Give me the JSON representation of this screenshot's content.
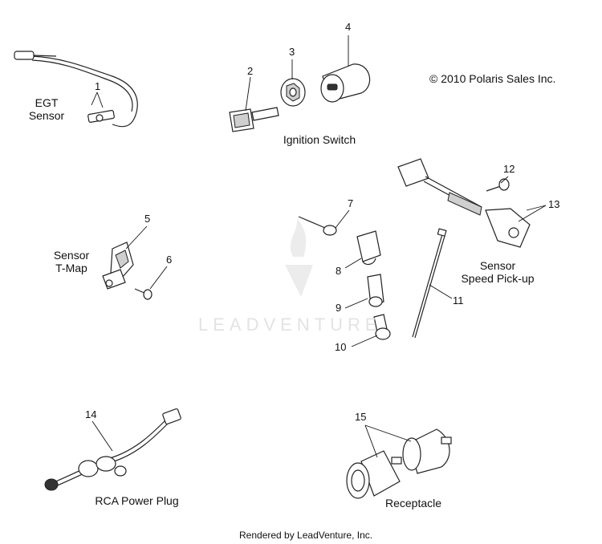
{
  "copyright": "© 2010 Polaris Sales Inc.",
  "footer": "Rendered by LeadVenture, Inc.",
  "watermark": "LEADVENTURE",
  "assemblies": {
    "egt_sensor": "EGT\nSensor",
    "ignition_switch": "Ignition Switch",
    "sensor_tmap": "Sensor\nT-Map",
    "sensor_speed_pickup": "Sensor\nSpeed Pick-up",
    "rca_power_plug": "RCA Power Plug",
    "receptacle": "Receptacle"
  },
  "callouts": [
    "1",
    "2",
    "3",
    "4",
    "5",
    "6",
    "7",
    "8",
    "9",
    "10",
    "11",
    "12",
    "13",
    "14",
    "15"
  ]
}
